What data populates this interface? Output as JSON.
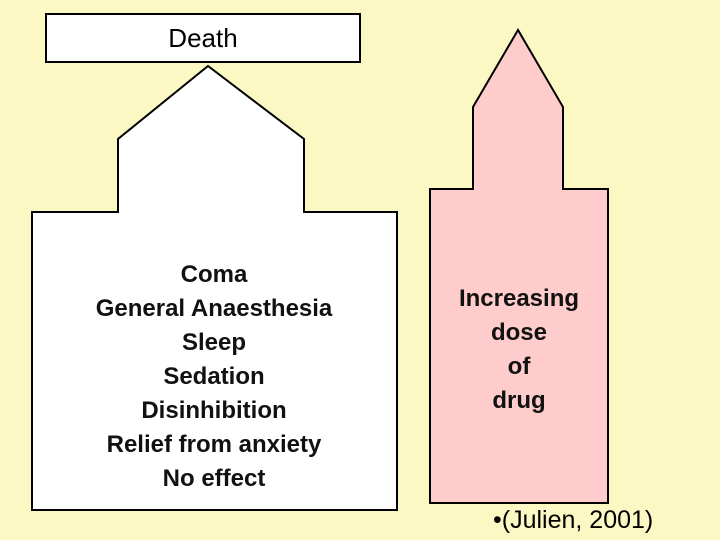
{
  "top_box": {
    "label": "Death"
  },
  "effects": [
    "Coma",
    "General Anaesthesia",
    "Sleep",
    "Sedation",
    "Disinhibition",
    "Relief from anxiety",
    "No effect"
  ],
  "dose_arrow": {
    "lines": [
      "Increasing",
      "dose",
      "of",
      "drug"
    ]
  },
  "citation": "•(Julien, 2001)",
  "colors": {
    "background": "#fbf8c4",
    "effects_arrow_fill": "#ffffff",
    "dose_arrow_fill": "#ffcccc",
    "outline": "#000000"
  }
}
